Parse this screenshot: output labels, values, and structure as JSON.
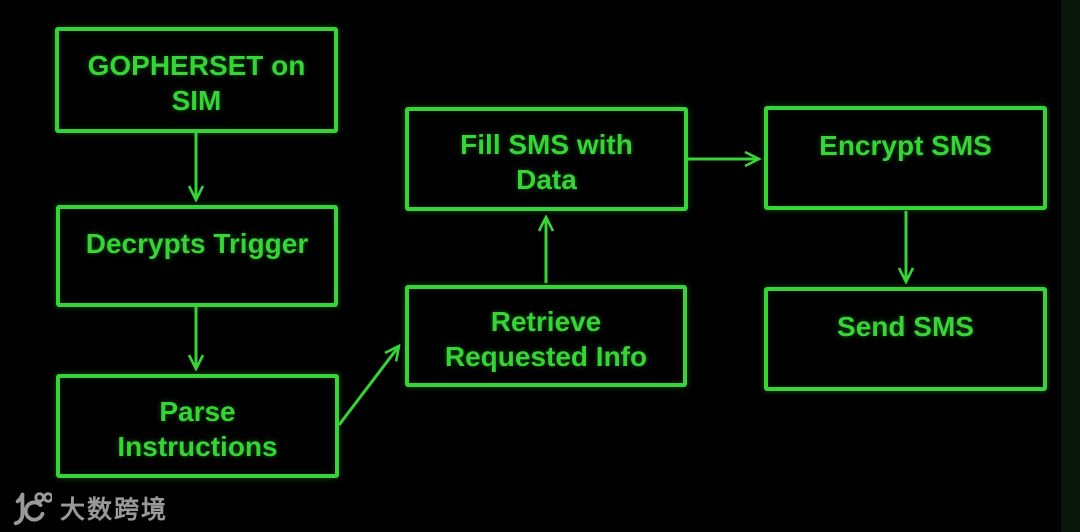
{
  "colors": {
    "background": "#000000",
    "accent_green": "#36d436",
    "watermark_gray": "#999999",
    "right_strip": "#0a160a"
  },
  "diagram": {
    "type": "flowchart",
    "nodes": [
      {
        "id": "gopherset-on-sim",
        "label": "GOPHERSET on\nSIM"
      },
      {
        "id": "decrypts-trigger",
        "label": "Decrypts Trigger"
      },
      {
        "id": "parse-instructions",
        "label": "Parse\nInstructions"
      },
      {
        "id": "fill-sms-with-data",
        "label": "Fill SMS with\nData"
      },
      {
        "id": "retrieve-requested-info",
        "label": "Retrieve\nRequested Info"
      },
      {
        "id": "encrypt-sms",
        "label": "Encrypt SMS"
      },
      {
        "id": "send-sms",
        "label": "Send SMS"
      }
    ],
    "edges": [
      {
        "from": "gopherset-on-sim",
        "to": "decrypts-trigger",
        "direction": "down"
      },
      {
        "from": "decrypts-trigger",
        "to": "parse-instructions",
        "direction": "down"
      },
      {
        "from": "parse-instructions",
        "to": "retrieve-requested-info",
        "direction": "up-right-diagonal"
      },
      {
        "from": "retrieve-requested-info",
        "to": "fill-sms-with-data",
        "direction": "up"
      },
      {
        "from": "fill-sms-with-data",
        "to": "encrypt-sms",
        "direction": "right"
      },
      {
        "from": "encrypt-sms",
        "to": "send-sms",
        "direction": "down"
      }
    ]
  },
  "watermark": {
    "logo": "10100-logo",
    "text": "大数跨境"
  }
}
